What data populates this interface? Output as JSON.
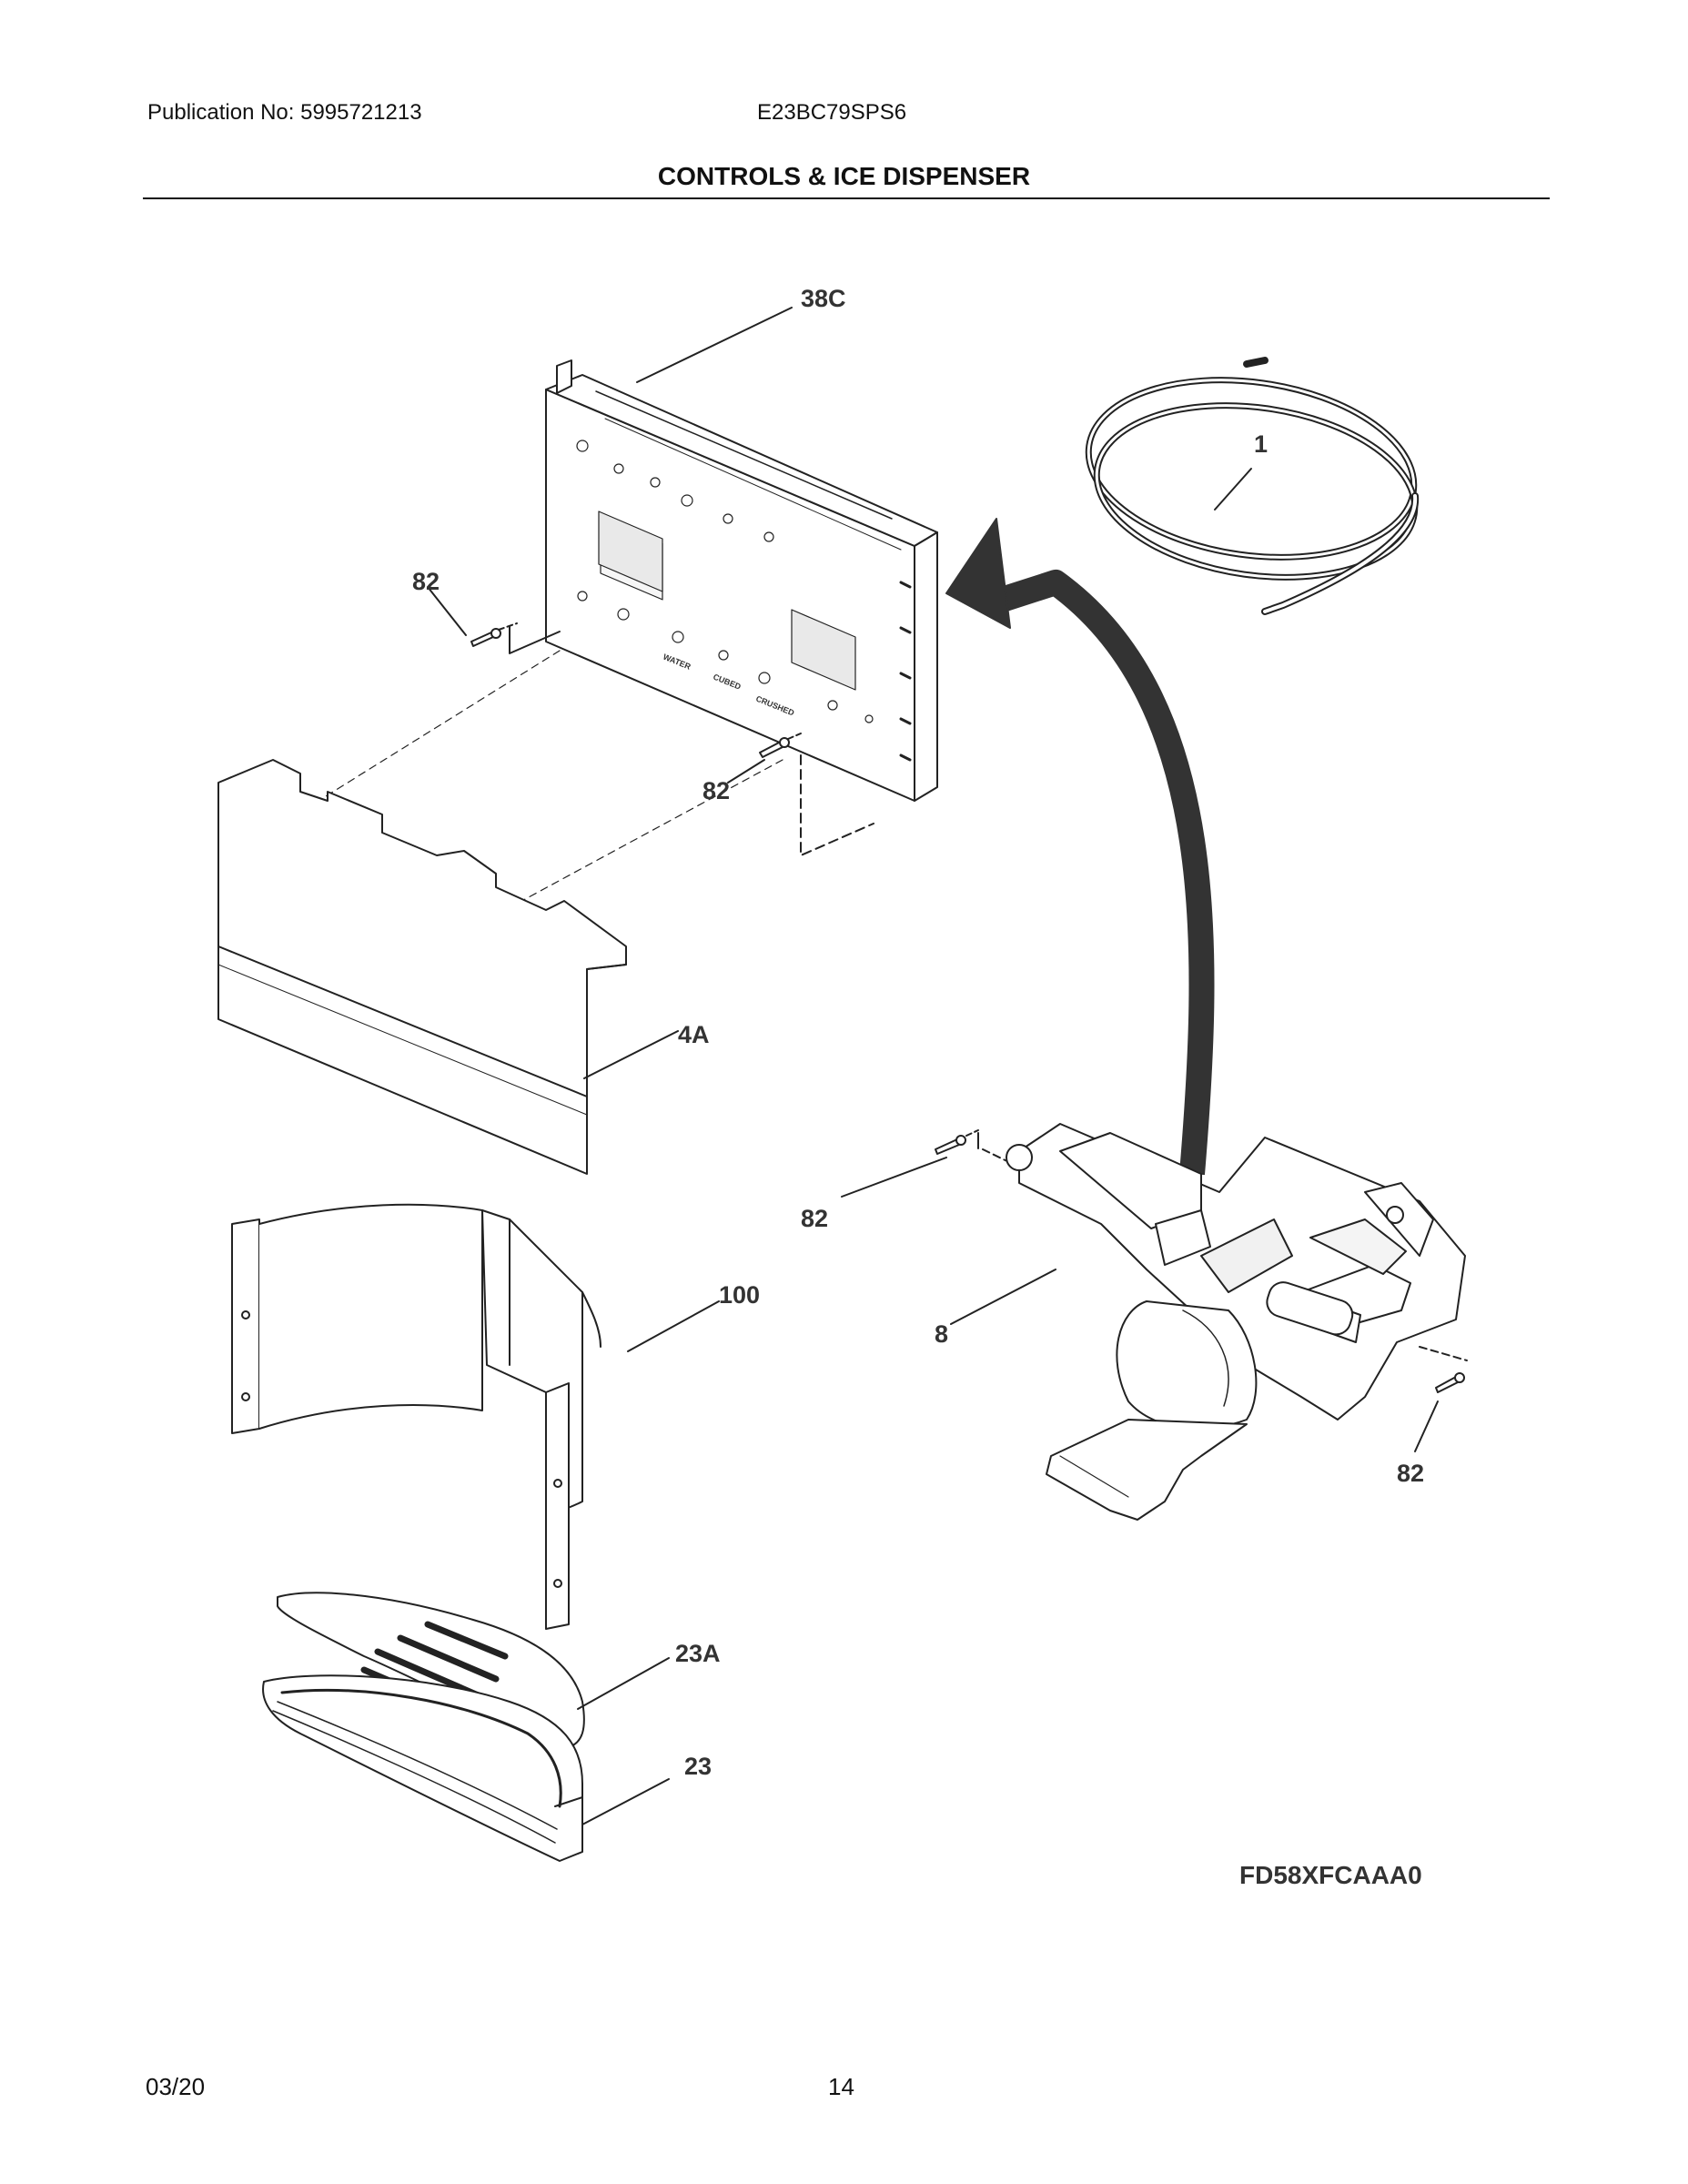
{
  "header": {
    "publication": "Publication No: 5995721213",
    "model": "E23BC79SPS6",
    "title": "CONTROLS & ICE DISPENSER"
  },
  "callouts": {
    "control_board": "38C",
    "tubing": "1",
    "screw_left": "82",
    "screw_center": "82",
    "cover": "4A",
    "screw_dispenser_left": "82",
    "dispenser": "8",
    "screw_dispenser_right": "82",
    "chute_shield": "100",
    "drip_tray_grille": "23A",
    "drip_tray": "23"
  },
  "panel_labels": [
    "WATER",
    "CUBED",
    "CRUSHED"
  ],
  "figure_code": "FD58XFCAAA0",
  "footer": {
    "date": "03/20",
    "page": "14"
  }
}
